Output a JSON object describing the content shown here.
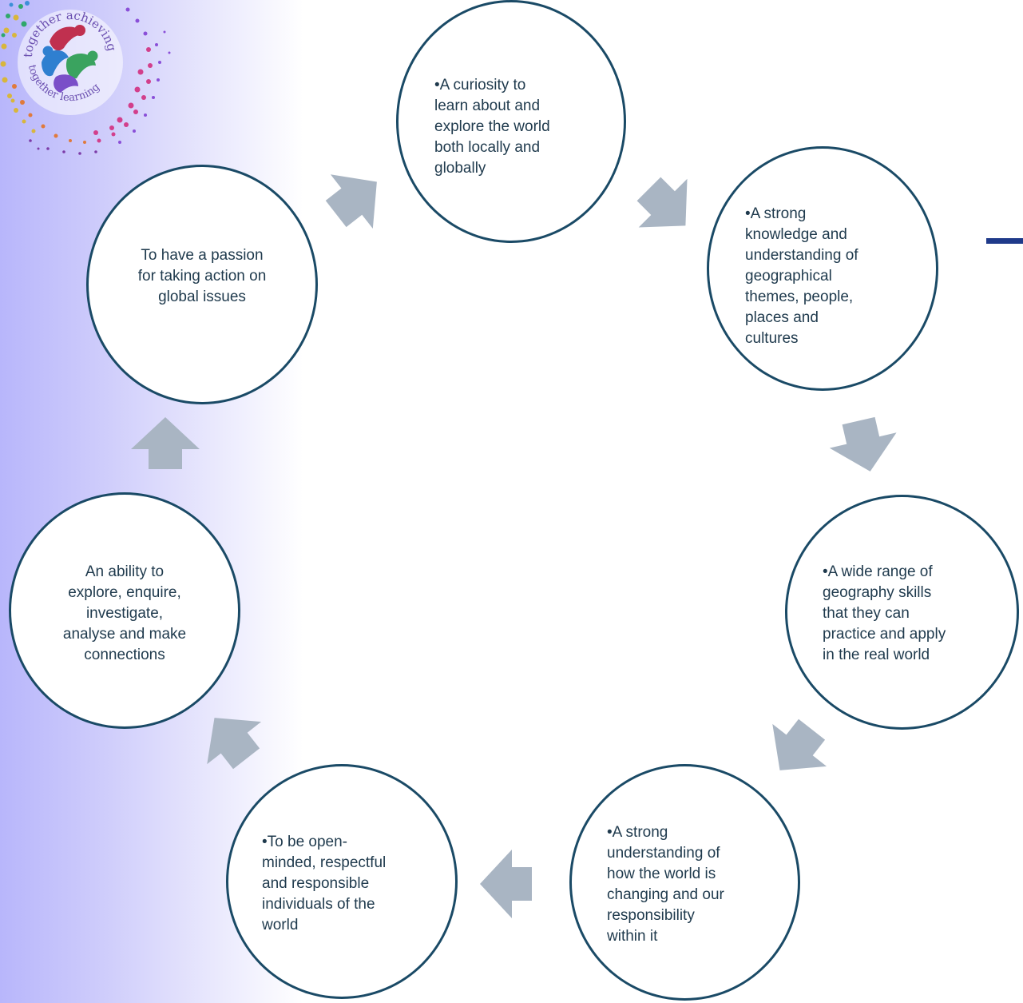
{
  "logo": {
    "text_outer": "together achieving",
    "text_inner": "together learning"
  },
  "cycle": {
    "nodes": [
      {
        "text": "•A curiosity to\nlearn about and\nexplore the world\nboth locally and\nglobally"
      },
      {
        "text": "•A strong\nknowledge and\nunderstanding of\ngeographical\nthemes, people,\nplaces and\ncultures"
      },
      {
        "text": "•A wide range of\ngeography skills\nthat they can\npractice and apply\nin the real world"
      },
      {
        "text": "•A strong\nunderstanding of\nhow the world is\nchanging and our\nresponsibility\nwithin it"
      },
      {
        "text": "•To be open-\nminded, respectful\nand responsible\nindividuals of the\nworld"
      },
      {
        "text": "An ability to\nexplore, enquire,\ninvestigate,\nanalyse and make\nconnections"
      },
      {
        "text": "To have a passion\nfor taking action on\nglobal issues"
      }
    ],
    "colors": {
      "circle_border": "#1a4a66",
      "arrow_fill": "#a9b5c3",
      "text": "#1f3a4d",
      "accent_dash": "#1f3a8a"
    }
  }
}
